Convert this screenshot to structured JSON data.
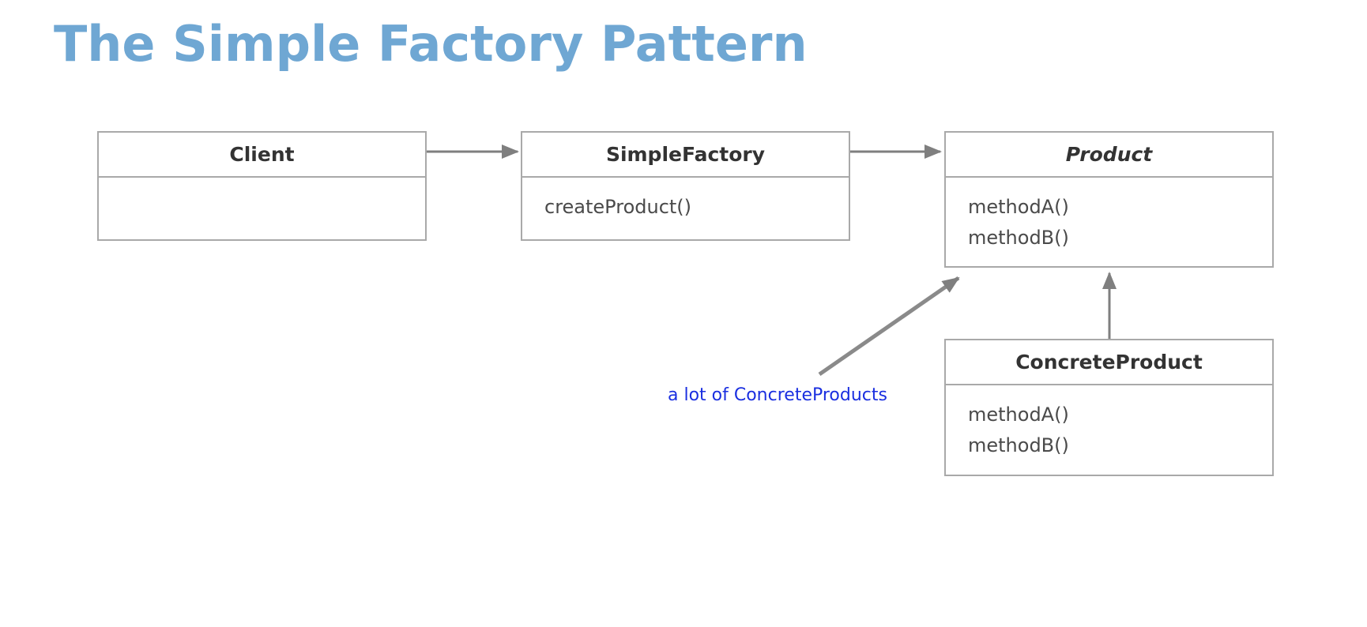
{
  "title": "The Simple Factory Pattern",
  "colors": {
    "title": "#6fa7d3",
    "box_border": "#a9a9a9",
    "arrow": "#7f7f7f",
    "annotation": "#1a2fe0"
  },
  "classes": {
    "client": {
      "name": "Client",
      "methods": []
    },
    "simple_factory": {
      "name": "SimpleFactory",
      "methods": [
        "createProduct()"
      ]
    },
    "product": {
      "name": "Product",
      "abstract": true,
      "methods": [
        "methodA()",
        "methodB()"
      ]
    },
    "concrete_product": {
      "name": "ConcreteProduct",
      "methods": [
        "methodA()",
        "methodB()"
      ]
    }
  },
  "relations": [
    {
      "from": "Client",
      "to": "SimpleFactory",
      "kind": "association-arrow"
    },
    {
      "from": "SimpleFactory",
      "to": "Product",
      "kind": "association-arrow"
    },
    {
      "from": "ConcreteProduct",
      "to": "Product",
      "kind": "inheritance-arrow"
    }
  ],
  "annotation": {
    "text": "a lot of ConcreteProducts"
  }
}
